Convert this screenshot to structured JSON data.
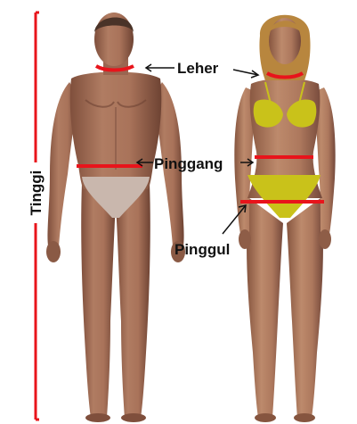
{
  "labels": {
    "height": "Tinggi",
    "neck": "Leher",
    "waist": "Pinggang",
    "hip": "Pinggul"
  },
  "colors": {
    "measure_line": "#e8141b",
    "skin": "#a9735a",
    "skin_shadow": "#7f4f3c",
    "hair_female": "#b8863e",
    "bikini": "#c9c21a",
    "underwear_male": "#c9b7ad",
    "arrow": "#111111",
    "background": "#ffffff"
  },
  "icons": {
    "male_figure": "male-body-figure",
    "female_figure": "female-body-figure"
  }
}
